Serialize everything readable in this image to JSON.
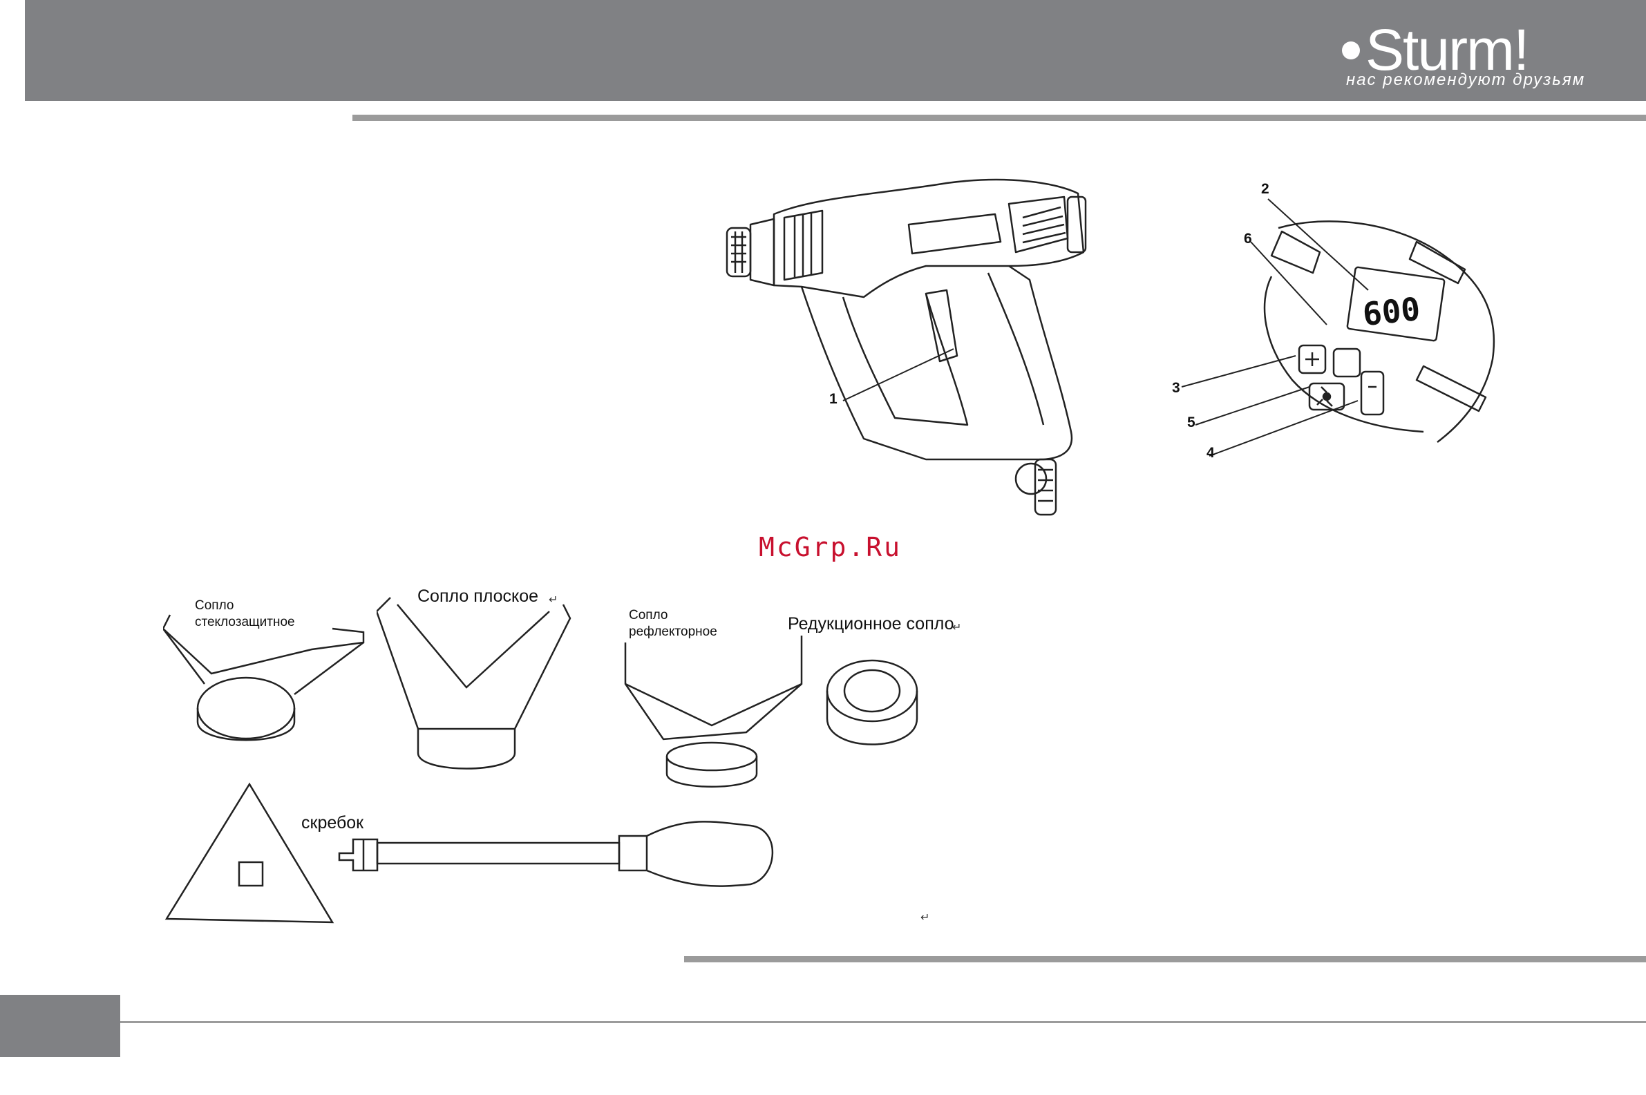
{
  "header": {
    "brand_name": "Sturm!",
    "slogan": "нас рекомендуют друзьям",
    "background_color": "#808184"
  },
  "watermark": "McGrp.Ru",
  "figure_heatgun": {
    "callouts": [
      "1"
    ]
  },
  "figure_panel": {
    "display_value": "600",
    "callouts": [
      "2",
      "6",
      "3",
      "5",
      "4"
    ]
  },
  "accessories": {
    "nozzle_glass_line1": "Сопло",
    "nozzle_glass_line2": "стеклозащитное",
    "nozzle_flat": "Сопло плоское",
    "nozzle_reflector_line1": "Сопло",
    "nozzle_reflector_line2": "рефлекторное",
    "nozzle_reduction": "Редукционное сопло",
    "scraper": "скребок",
    "return_mark": "↵"
  },
  "colors": {
    "rule": "#9b9b9b",
    "watermark": "#c8102e"
  }
}
